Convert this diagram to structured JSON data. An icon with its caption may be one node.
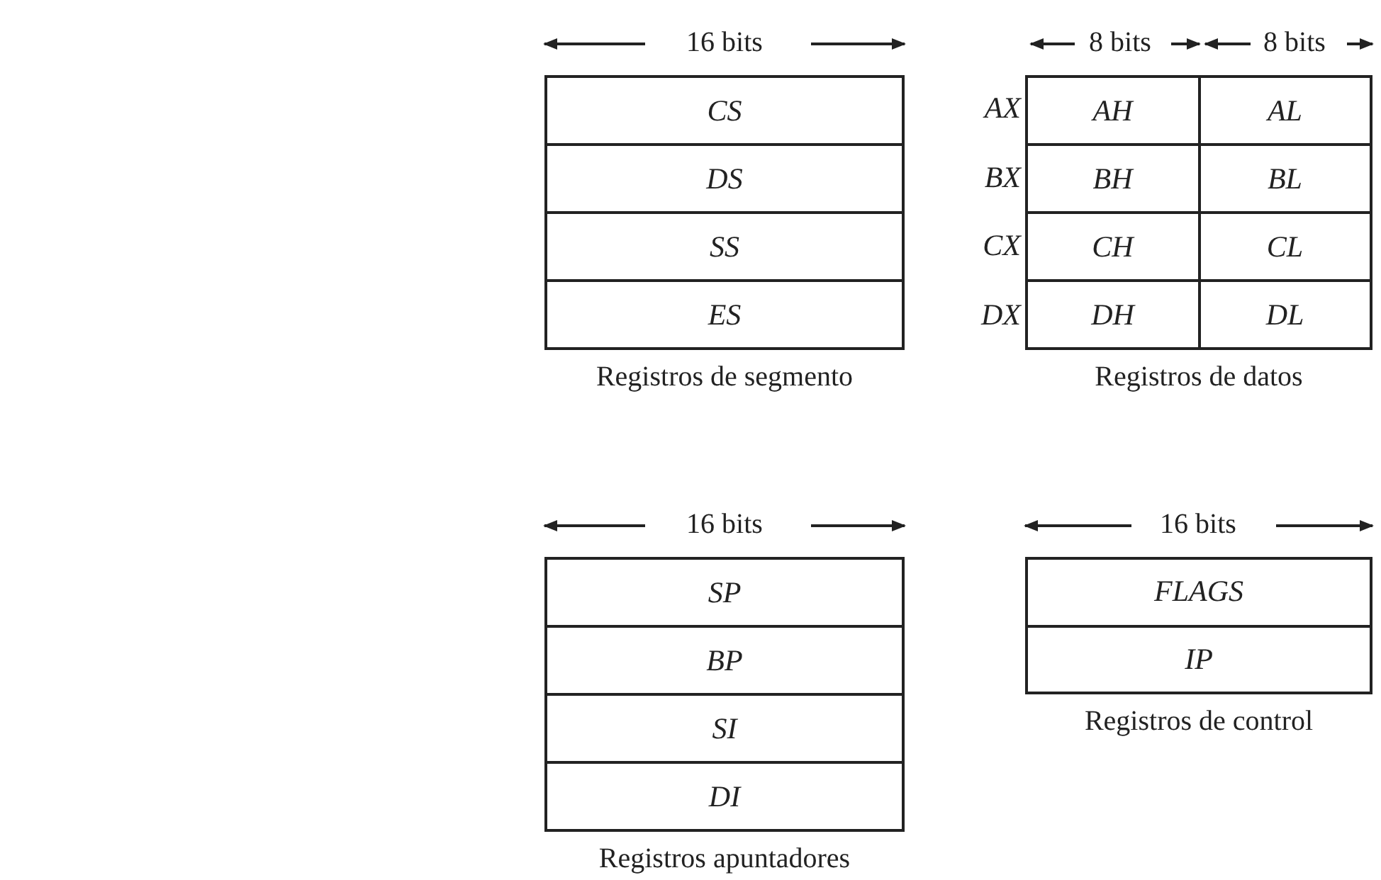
{
  "diagram": {
    "nodes": [
      {
        "text": [
          "Registros de segmento"
        ]
      },
      {
        "text": [
          "CS"
        ],
        "in": 0
      },
      {
        "text": [
          "DS"
        ],
        "in": 0
      },
      {
        "text": [
          "SS"
        ],
        "in": 0
      },
      {
        "text": [
          "ES"
        ],
        "in": 0
      },
      {
        "text": [
          "Registros de datos"
        ]
      },
      {
        "text": [
          "AH"
        ],
        "in": 5
      },
      {
        "text": [
          "AL"
        ],
        "in": 5
      },
      {
        "text": [
          "BH"
        ],
        "in": 5
      },
      {
        "text": [
          "BL"
        ],
        "in": 5
      },
      {
        "text": [
          "CH"
        ],
        "in": 5
      },
      {
        "text": [
          "CL"
        ],
        "in": 5
      },
      {
        "text": [
          "DH"
        ],
        "in": 5
      },
      {
        "text": [
          "DL"
        ],
        "in": 5
      },
      {
        "text": [
          "Registros apuntadores"
        ]
      },
      {
        "text": [
          "SP"
        ],
        "in": 14
      },
      {
        "text": [
          "BP"
        ],
        "in": 14
      },
      {
        "text": [
          "SI"
        ],
        "in": 14
      },
      {
        "text": [
          "DI"
        ],
        "in": 14
      },
      {
        "text": [
          "Registros de control"
        ]
      },
      {
        "text": [
          "FLAGS"
        ],
        "in": 19
      },
      {
        "text": [
          "IP"
        ],
        "in": 19
      }
    ],
    "labels": [
      "16 bits",
      "8 bits",
      "8 bits",
      "AX",
      "BX",
      "CX",
      "DX",
      "16 bits",
      "16 bits"
    ]
  }
}
